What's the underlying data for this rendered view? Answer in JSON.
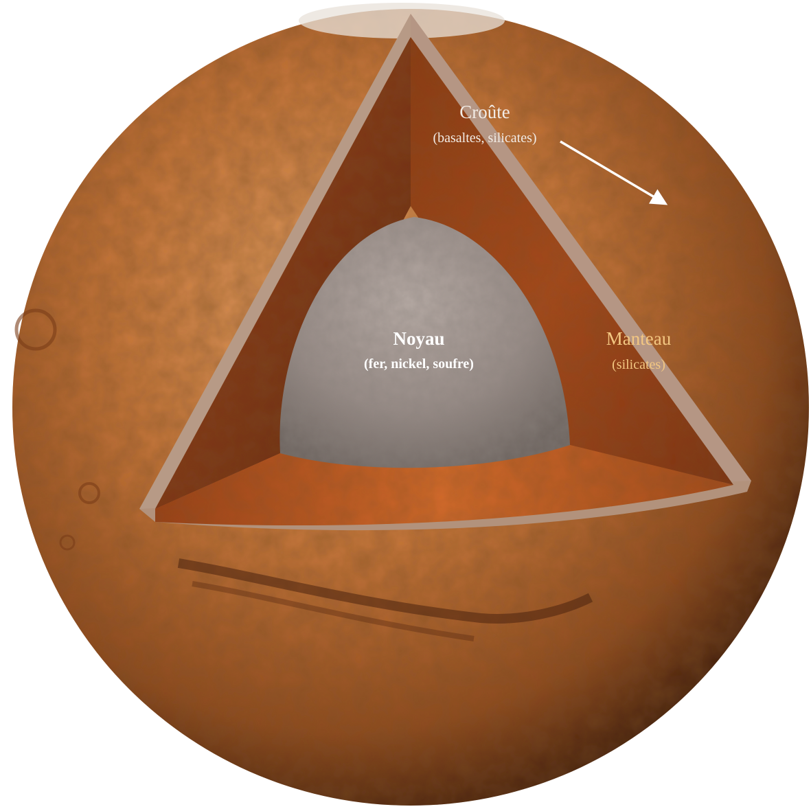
{
  "labels": {
    "crust": {
      "title": "Croûte",
      "subtitle": "(basaltes, silicates)"
    },
    "mantle": {
      "title": "Manteau",
      "subtitle": "(silicates)"
    },
    "core": {
      "title": "Noyau",
      "subtitle": "(fer, nickel, soufre)"
    }
  },
  "colors": {
    "planet_surface": "#b8622a",
    "planet_dark": "#3a1a0a",
    "mantle": "#8a3a12",
    "mantle_light": "#d26a2a",
    "crust_rim": "#b89a86",
    "core": "#9a8f8a",
    "crust_label": "#f2ece6",
    "mantle_label": "#f3c782",
    "core_label": "#ffffff",
    "arrow": "#ffffff"
  }
}
